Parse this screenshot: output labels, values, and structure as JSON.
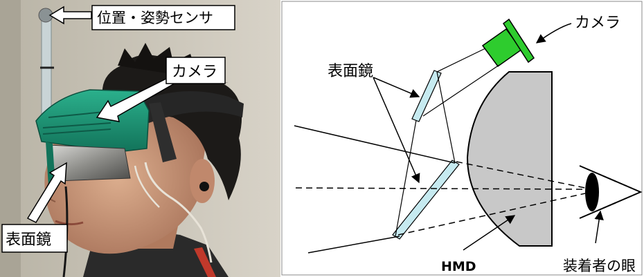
{
  "photo": {
    "labels": {
      "sensor": "位置・姿勢センサ",
      "camera": "カメラ",
      "mirror": "表面鏡"
    }
  },
  "diagram": {
    "labels": {
      "camera": "カメラ",
      "mirror": "表面鏡",
      "hmd": "HMD",
      "eye": "装着者の眼"
    }
  },
  "colors": {
    "camera_green": "#2ecc2e",
    "mirror_fill": "#c6eaf0",
    "hmd_fill": "#c8c8c8",
    "headset_teal": "#1a9a7a"
  }
}
